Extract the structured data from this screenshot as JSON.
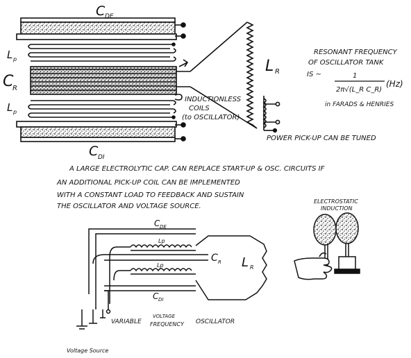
{
  "top_diagram": {
    "label_cde": "C",
    "label_cde_sub": "DE",
    "label_cdi": "C",
    "label_cdi_sub": "DI",
    "label_cr": "C",
    "label_cr_sub": "R",
    "label_lp_top": "L",
    "label_lp_top_sub": "p",
    "label_lp_bottom": "L",
    "label_lp_bottom_sub": "p",
    "label_lr": "L",
    "label_lr_sub": "R",
    "inductionless_line1": "INDUCTIONLESS",
    "inductionless_line2": "COILS",
    "inductionless_line3": "(to OSCILLATOR)",
    "power_pickup": "POWER PICK-UP CAN BE TUNED"
  },
  "formula": {
    "line1": "RESONANT FREQUENCY",
    "line2": "OF OSCILLATOR TANK",
    "line3": "IS ~",
    "numerator": "1",
    "denominator": "2π√(L_R C_R)",
    "unit": "(Hz)",
    "units_note": "in FARADS & HENRIES"
  },
  "note": {
    "line1": "A LARGE ELECTROLYTIC CAP. CAN REPLACE START-UP & OSC. CIRCUITS IF",
    "line2": "AN ADDITIONAL PICK-UP COIL CAN BE IMPLEMENTED",
    "line3": "WITH A CONSTANT LOAD TO FEEDBACK AND SUSTAIN",
    "line4": "THE OSCILLATOR AND VOLTAGE SOURCE."
  },
  "bottom_diagram": {
    "label_cde": "C",
    "label_cde_sub": "DE",
    "label_cdi": "C",
    "label_cdi_sub": "DI",
    "label_lp_top": "Lp",
    "label_lp_bottom": "Lp",
    "label_cr": "C",
    "label_cr_sub": "R",
    "label_lr": "L",
    "label_lr_sub": "R",
    "variable": "VARIABLE",
    "voltage_frequency_line1": "VOLTAGE",
    "voltage_frequency_line2": "FREQUENCY",
    "oscillator": "OSCILLATOR",
    "voltage_source": "Voltage Source"
  },
  "electrostatic": {
    "line1": "ELECTROSTATIC",
    "line2": "INDUCTION"
  },
  "colors": {
    "ink": "#111111",
    "paper": "#ffffff",
    "dielectric": "#7a7a7a"
  }
}
